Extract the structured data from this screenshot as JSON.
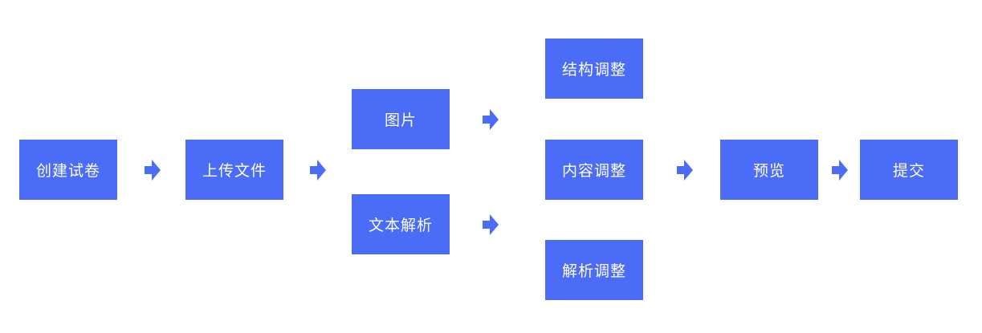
{
  "nodes": {
    "create": "创建试卷",
    "upload": "上传文件",
    "image": "图片",
    "text_parse": "文本解析",
    "structure_adjust": "结构调整",
    "content_adjust": "内容调整",
    "analysis_adjust": "解析调整",
    "preview": "预览",
    "submit": "提交"
  },
  "colors": {
    "box": "#4a6cf7",
    "text": "#ffffff",
    "arrow": "#4a6cf7"
  },
  "icons": {
    "arrow": "arrow-right-icon"
  }
}
